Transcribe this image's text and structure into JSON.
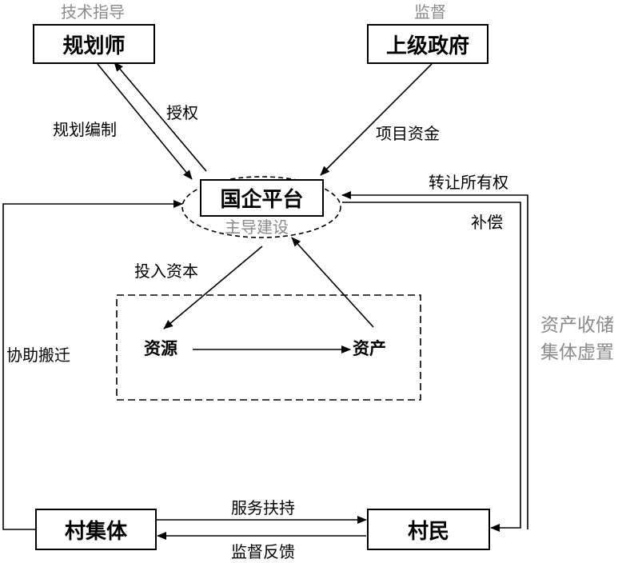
{
  "nodes": {
    "planner": "规划师",
    "superior_gov": "上级政府",
    "soe_platform": "国企平台",
    "resources": "资源",
    "assets": "资产",
    "village_collective": "村集体",
    "villagers": "村民"
  },
  "annotations": {
    "tech_guidance": "技术指导",
    "supervision": "监督",
    "leading_construction": "主导建设"
  },
  "edges": {
    "authorize": "授权",
    "plan_compile": "规划编制",
    "project_funds": "项目资金",
    "transfer_ownership": "转让所有权",
    "compensation": "补偿",
    "asset_acquisition_line1": "资产收储",
    "asset_acquisition_line2": "集体虚置",
    "invest_capital": "投入资本",
    "assist_relocation": "协助搬迁",
    "service_support": "服务扶持",
    "supervision_feedback": "监督反馈"
  }
}
